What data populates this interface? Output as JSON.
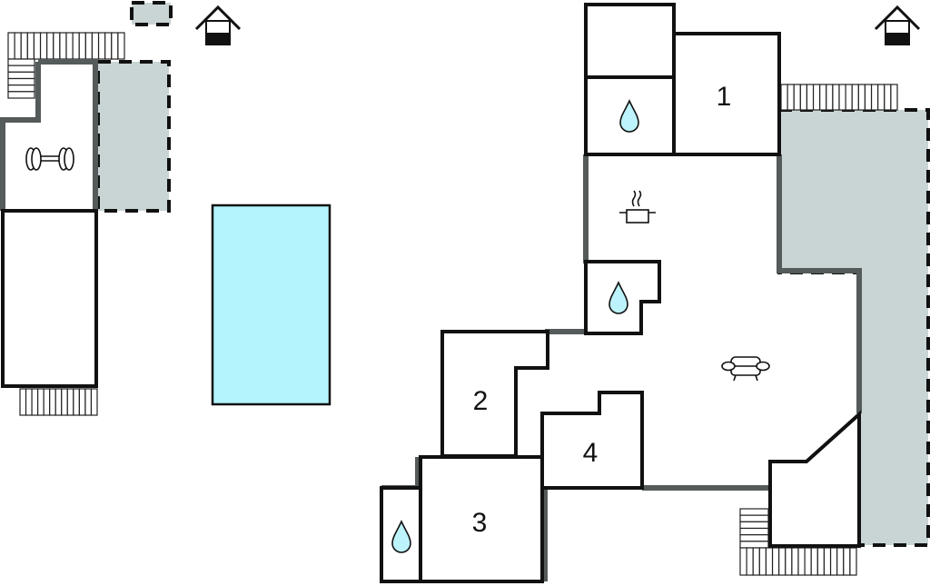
{
  "plan": {
    "room_labels": [
      "1",
      "2",
      "3",
      "4"
    ],
    "icons": [
      "house-icon",
      "dumbbell-icon",
      "water-drop-icon",
      "cooking-pot-icon",
      "sofa-icon",
      "stairs-icon"
    ],
    "colors": {
      "pool": "#b3f4fd",
      "terrace": "#c9d4d4",
      "wall": "#555a5a"
    }
  }
}
